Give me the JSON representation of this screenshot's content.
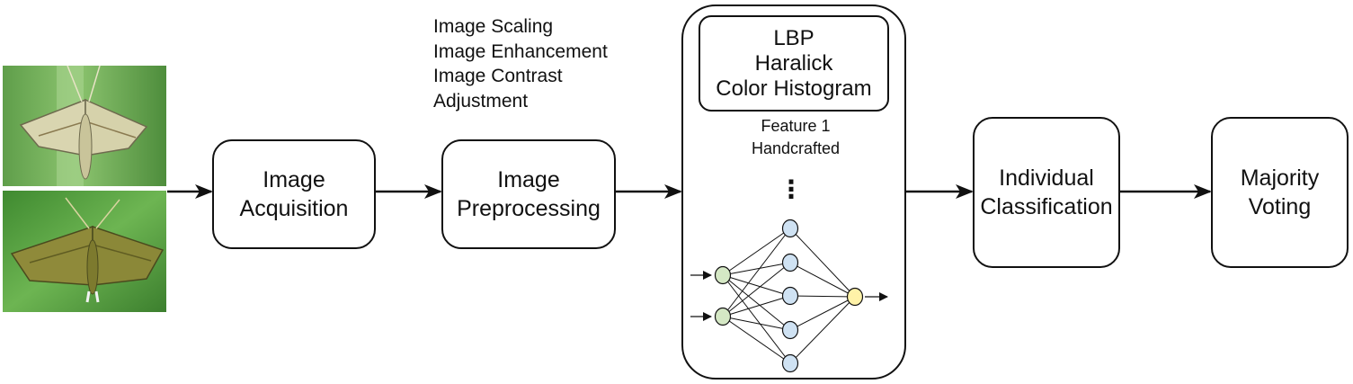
{
  "input_images": [
    {
      "name": "moth-photo-1",
      "background": "#6fae5a"
    },
    {
      "name": "moth-photo-2",
      "background": "#4f9a3c"
    }
  ],
  "nodes": {
    "acquisition": "Image\nAcquisition",
    "preprocessing": "Image\nPreprocessing",
    "classification": "Individual\nClassification",
    "voting": "Majority\nVoting"
  },
  "preprocessing_steps": [
    "Image Scaling",
    "Image Enhancement",
    "Image Contrast",
    "Adjustment"
  ],
  "features": {
    "methods": [
      "LBP",
      "Haralick",
      "Color Histogram"
    ],
    "feature_label": "Feature 1",
    "feature_type": "Handcrafted",
    "ellipsis": "⋮"
  },
  "network": {
    "input_color": "#d5e8c5",
    "hidden_color": "#cfe2f3",
    "output_color": "#fff2a8"
  }
}
